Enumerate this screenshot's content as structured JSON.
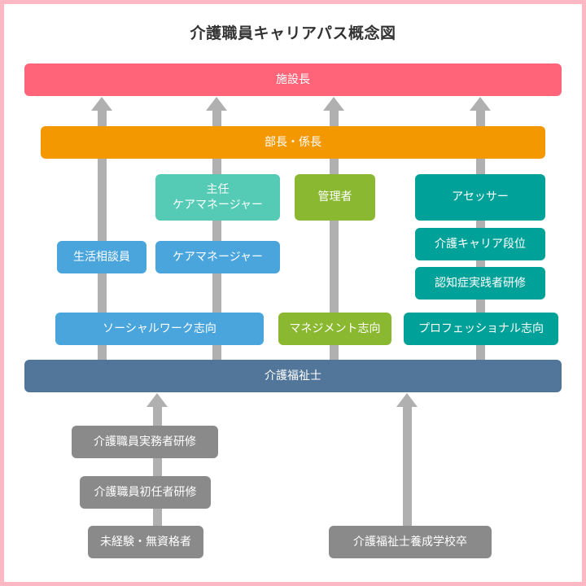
{
  "title": "介護職員キャリアパス概念図",
  "colors": {
    "frame": "#ffb7c4",
    "top_manager": "#ff6478",
    "middle_manager": "#f39800",
    "social_work": "#4ba5dd",
    "care_manager_senior": "#55cbb5",
    "management": "#8ab931",
    "professional": "#00a199",
    "certified_care_worker": "#517699",
    "entry": "#8a8a8a",
    "arrow": "#b0b0b0"
  },
  "nodes": {
    "facility_director": "施設長",
    "department_section_chief": "部長・係長",
    "senior_care_manager": "主任\nケアマネージャー",
    "administrator": "管理者",
    "assessor": "アセッサー",
    "life_counselor": "生活相談員",
    "care_manager": "ケアマネージャー",
    "care_career_level": "介護キャリア段位",
    "dementia_practitioner_training": "認知症実践者研修",
    "social_work_track": "ソーシャルワーク志向",
    "management_track": "マネジメント志向",
    "professional_track": "プロフェッショナル志向",
    "certified_care_worker": "介護福祉士",
    "practitioner_training": "介護職員実務者研修",
    "initial_training": "介護職員初任者研修",
    "inexperienced_unqualified": "未経験・無資格者",
    "care_school_graduate": "介護福祉士養成学校卒"
  }
}
